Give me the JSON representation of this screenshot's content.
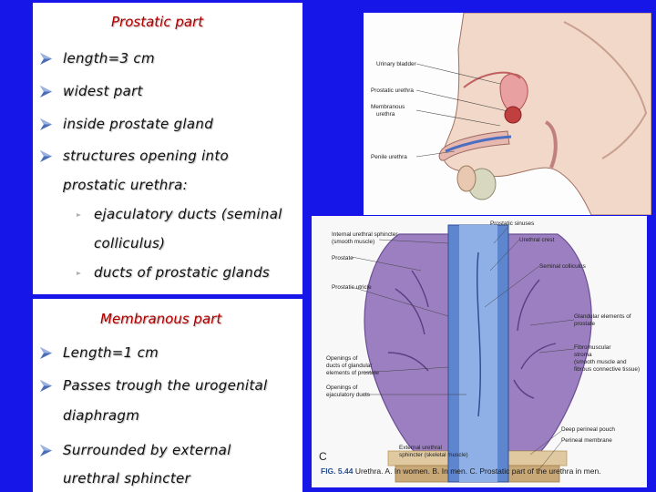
{
  "prostatic": {
    "heading": "Prostatic part",
    "bullets": [
      "length=3 cm",
      "widest part",
      "inside prostate gland",
      "structures opening into"
    ],
    "continuation": "prostatic urethra:",
    "sub_bullets": [
      "ejaculatory ducts (seminal",
      "ducts of prostatic glands"
    ],
    "sub_continuation": "colliculus)"
  },
  "membranous": {
    "heading": "Membranous part",
    "bullets": [
      "Length=1 cm",
      "Passes trough the urogenital",
      "Surrounded by external"
    ],
    "continuations": [
      "diaphragm",
      "urethral sphincter"
    ]
  },
  "figure_top": {
    "labels": [
      "Urinary bladder",
      "Prostatic urethra",
      "Membranous",
      "urethra",
      "Penile urethra"
    ]
  },
  "figure_bottom": {
    "left_labels": [
      "Internal urethral sphincter",
      "(smooth muscle)",
      "Prostate",
      "Prostatic utricle",
      "Openings of",
      "ducts of glandular",
      "elements of prostate",
      "Openings of",
      "ejaculatory ducts"
    ],
    "right_labels": [
      "Prostatic sinuses",
      "Urethral crest",
      "Seminal colliculus",
      "Glandular elements of",
      "prostate",
      "Fibromuscular",
      "stroma",
      "(smooth muscle and",
      "fibrous connective tissue)",
      "Deep perineal pouch",
      "Perineal membrane",
      "External urethral",
      "sphincter (skeletal muscle)"
    ],
    "panel_letter": "C",
    "caption_prefix": "FIG. 5.44",
    "caption_text": "Urethra. A. In women. B. In men. C. Prostatic part of the urethra in men."
  },
  "colors": {
    "background": "#1616e8",
    "heading": "#aa0000",
    "arrow": "#4b6db5"
  }
}
